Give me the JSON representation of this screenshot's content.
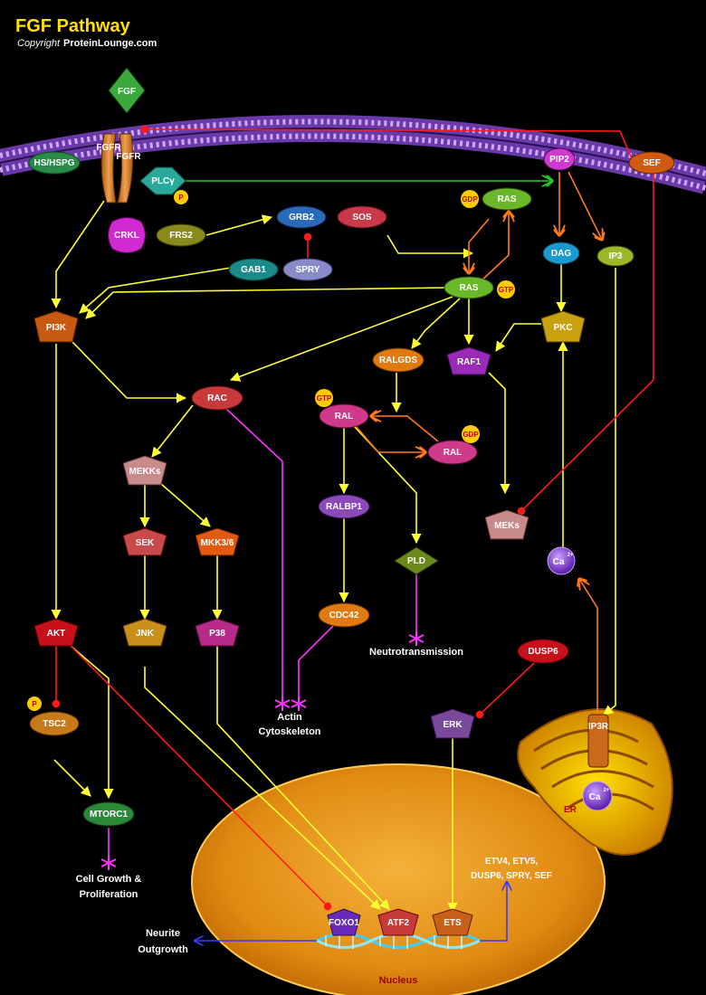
{
  "header": {
    "title": "FGF Pathway",
    "copyright_prefix": "Copyright",
    "copyright_owner": "ProteinLounge.com"
  },
  "nodes": {
    "fgf": "FGF",
    "fgfr_a": "FGFR",
    "fgfr_b": "FGFR",
    "hs_hspg": "HS/HSPG",
    "plc": "PLCγ",
    "crkl": "CRKL",
    "frs2": "FRS2",
    "grb2": "GRB2",
    "sos": "SOS",
    "gab1": "GAB1",
    "spry": "SPRY",
    "pip2": "PIP2",
    "sef": "SEF",
    "ras_top": "RAS",
    "ras": "RAS",
    "dag": "DAG",
    "ip3": "IP3",
    "pi3k": "PI3K",
    "pkc": "PKC",
    "raf1": "RAF1",
    "ralgds": "RALGDS",
    "rac": "RAC",
    "ral": "RAL",
    "ral_gdp": "RAL",
    "mekks": "MEKKs",
    "meks": "MEKs",
    "ralbp1": "RALBP1",
    "sek": "SEK",
    "mkk36": "MKK3/6",
    "pld": "PLD",
    "ca_top": "Ca",
    "cdc42": "CDC42",
    "akt": "AKT",
    "jnk": "JNK",
    "p38": "P38",
    "dusp6": "DUSP6",
    "tsc2": "TSC2",
    "erk": "ERK",
    "ip3r": "IP3R",
    "mtorc1": "MTORC1",
    "ca_er": "Ca",
    "foxo1": "FOXO1",
    "atf2": "ATF2",
    "ets": "ETS"
  },
  "badges": {
    "p_plc": "P",
    "p_tsc2": "P",
    "gdp_ras": "GDP",
    "gtp_ras": "GTP",
    "gtp_ral": "GTP",
    "gdp_ral": "GDP",
    "ca_sup": "2+"
  },
  "outputs": {
    "neurotransmission": "Neutrotransmission",
    "actin_1": "Actin",
    "actin_2": "Cytoskeleton",
    "growth_1": "Cell Growth &",
    "growth_2": "Proliferation",
    "neurite_1": "Neurite",
    "neurite_2": "Outgrowth",
    "targets_1": "ETV4, ETV5,",
    "targets_2": "DUSP6, SPRY, SEF",
    "er": "ER",
    "nucleus": "Nucleus"
  },
  "colors": {
    "activation": "#ffff33",
    "inhibition": "#ff1a1a",
    "cycle": "#ff7a1a",
    "output": "#ff33ff",
    "plc_link": "#22cc22",
    "gene_output": "#1a1aff",
    "membrane": "#b07ee6",
    "nucleus": "#f0a020"
  }
}
